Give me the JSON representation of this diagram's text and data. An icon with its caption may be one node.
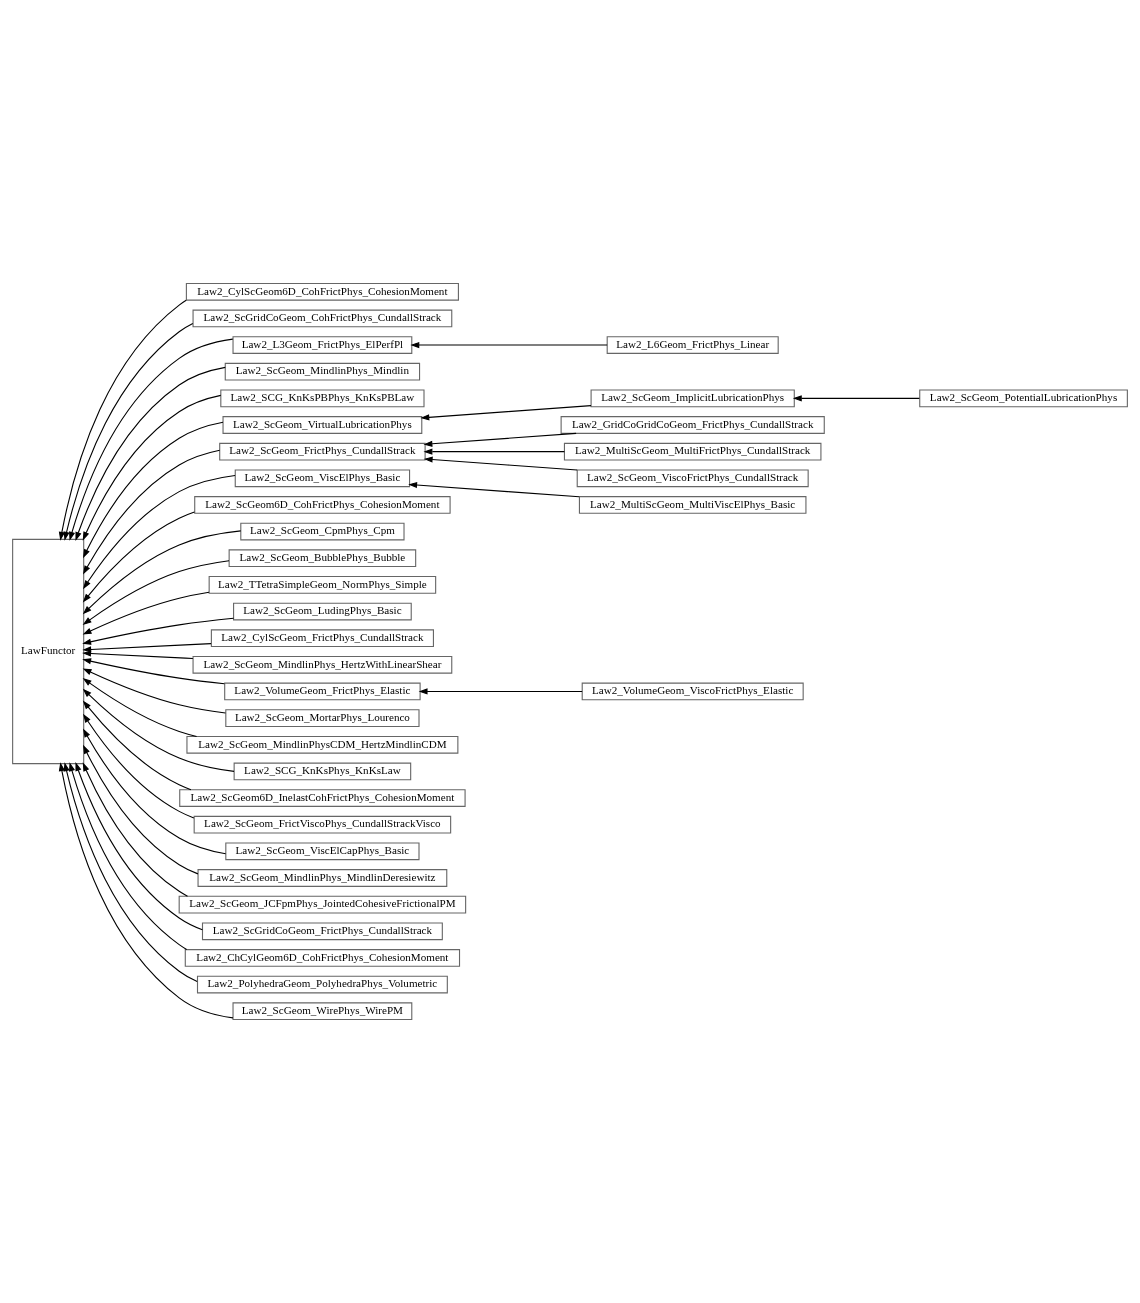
{
  "diagram": {
    "nodes": [
      {
        "text": [
          "LawFunctor"
        ]
      },
      {
        "text": [
          "Law2_CylScGeom6D_CohFrictPhys_CohesionMoment"
        ]
      },
      {
        "text": [
          "Law2_ScGridCoGeom_CohFrictPhys_CundallStrack"
        ]
      },
      {
        "text": [
          "Law2_L3Geom_FrictPhys_ElPerfPl"
        ]
      },
      {
        "text": [
          "Law2_L6Geom_FrictPhys_Linear"
        ]
      },
      {
        "text": [
          "Law2_ScGeom_MindlinPhys_Mindlin"
        ]
      },
      {
        "text": [
          "Law2_SCG_KnKsPBPhys_KnKsPBLaw"
        ]
      },
      {
        "text": [
          "Law2_ScGeom_ImplicitLubricationPhys"
        ]
      },
      {
        "text": [
          "Law2_ScGeom_PotentialLubricationPhys"
        ]
      },
      {
        "text": [
          "Law2_ScGeom_VirtualLubricationPhys"
        ]
      },
      {
        "text": [
          "Law2_GridCoGridCoGeom_FrictPhys_CundallStrack"
        ]
      },
      {
        "text": [
          "Law2_ScGeom_FrictPhys_CundallStrack"
        ]
      },
      {
        "text": [
          "Law2_MultiScGeom_MultiFrictPhys_CundallStrack"
        ]
      },
      {
        "text": [
          "Law2_ScGeom_ViscElPhys_Basic"
        ]
      },
      {
        "text": [
          "Law2_ScGeom_ViscoFrictPhys_CundallStrack"
        ]
      },
      {
        "text": [
          "Law2_MultiScGeom_MultiViscElPhys_Basic"
        ]
      },
      {
        "text": [
          "Law2_ScGeom6D_CohFrictPhys_CohesionMoment"
        ]
      },
      {
        "text": [
          "Law2_ScGeom_CpmPhys_Cpm"
        ]
      },
      {
        "text": [
          "Law2_ScGeom_BubblePhys_Bubble"
        ]
      },
      {
        "text": [
          "Law2_TTetraSimpleGeom_NormPhys_Simple"
        ]
      },
      {
        "text": [
          "Law2_ScGeom_LudingPhys_Basic"
        ]
      },
      {
        "text": [
          "Law2_CylScGeom_FrictPhys_CundallStrack"
        ]
      },
      {
        "text": [
          "Law2_ScGeom_MindlinPhys_HertzWithLinearShear"
        ]
      },
      {
        "text": [
          "Law2_VolumeGeom_FrictPhys_Elastic"
        ]
      },
      {
        "text": [
          "Law2_VolumeGeom_ViscoFrictPhys_Elastic"
        ]
      },
      {
        "text": [
          "Law2_ScGeom_MortarPhys_Lourenco"
        ]
      },
      {
        "text": [
          "Law2_ScGeom_MindlinPhysCDM_HertzMindlinCDM"
        ]
      },
      {
        "text": [
          "Law2_SCG_KnKsPhys_KnKsLaw"
        ]
      },
      {
        "text": [
          "Law2_ScGeom6D_InelastCohFrictPhys_CohesionMoment"
        ]
      },
      {
        "text": [
          "Law2_ScGeom_FrictViscoPhys_CundallStrackVisco"
        ]
      },
      {
        "text": [
          "Law2_ScGeom_ViscElCapPhys_Basic"
        ]
      },
      {
        "text": [
          "Law2_ScGeom_MindlinPhys_MindlinDeresiewitz"
        ]
      },
      {
        "text": [
          "Law2_ScGeom_JCFpmPhys_JointedCohesiveFrictionalPM"
        ]
      },
      {
        "text": [
          "Law2_ScGridCoGeom_FrictPhys_CundallStrack"
        ]
      },
      {
        "text": [
          "Law2_ChCylGeom6D_CohFrictPhys_CohesionMoment"
        ]
      },
      {
        "text": [
          "Law2_PolyhedraGeom_PolyhedraPhys_Volumetric"
        ]
      },
      {
        "text": [
          "Law2_ScGeom_WirePhys_WirePM"
        ]
      }
    ],
    "edges": [
      {
        "from": 1,
        "to": 0,
        "arrow": "to"
      },
      {
        "from": 2,
        "to": 0,
        "arrow": "to"
      },
      {
        "from": 3,
        "to": 0,
        "arrow": "to"
      },
      {
        "from": 4,
        "to": 3,
        "arrow": "to"
      },
      {
        "from": 5,
        "to": 0,
        "arrow": "to"
      },
      {
        "from": 6,
        "to": 0,
        "arrow": "to"
      },
      {
        "from": 8,
        "to": 7,
        "arrow": "to"
      },
      {
        "from": 7,
        "to": 9,
        "arrow": "to"
      },
      {
        "from": 9,
        "to": 0,
        "arrow": "to"
      },
      {
        "from": 10,
        "to": 11,
        "arrow": "to"
      },
      {
        "from": 11,
        "to": 0,
        "arrow": "to"
      },
      {
        "from": 12,
        "to": 11,
        "arrow": "to"
      },
      {
        "from": 13,
        "to": 0,
        "arrow": "to"
      },
      {
        "from": 14,
        "to": 11,
        "arrow": "to"
      },
      {
        "from": 15,
        "to": 13,
        "arrow": "to"
      },
      {
        "from": 16,
        "to": 0,
        "arrow": "to"
      },
      {
        "from": 17,
        "to": 0,
        "arrow": "to"
      },
      {
        "from": 18,
        "to": 0,
        "arrow": "to"
      },
      {
        "from": 19,
        "to": 0,
        "arrow": "to"
      },
      {
        "from": 20,
        "to": 0,
        "arrow": "to"
      },
      {
        "from": 21,
        "to": 0,
        "arrow": "to"
      },
      {
        "from": 22,
        "to": 0,
        "arrow": "to"
      },
      {
        "from": 23,
        "to": 0,
        "arrow": "to"
      },
      {
        "from": 24,
        "to": 23,
        "arrow": "to"
      },
      {
        "from": 25,
        "to": 0,
        "arrow": "to"
      },
      {
        "from": 26,
        "to": 0,
        "arrow": "to"
      },
      {
        "from": 27,
        "to": 0,
        "arrow": "to"
      },
      {
        "from": 28,
        "to": 0,
        "arrow": "to"
      },
      {
        "from": 29,
        "to": 0,
        "arrow": "to"
      },
      {
        "from": 30,
        "to": 0,
        "arrow": "to"
      },
      {
        "from": 31,
        "to": 0,
        "arrow": "to"
      },
      {
        "from": 32,
        "to": 0,
        "arrow": "to"
      },
      {
        "from": 33,
        "to": 0,
        "arrow": "to"
      },
      {
        "from": 34,
        "to": 0,
        "arrow": "to"
      },
      {
        "from": 35,
        "to": 0,
        "arrow": "to"
      },
      {
        "from": 36,
        "to": 0,
        "arrow": "to"
      }
    ]
  }
}
